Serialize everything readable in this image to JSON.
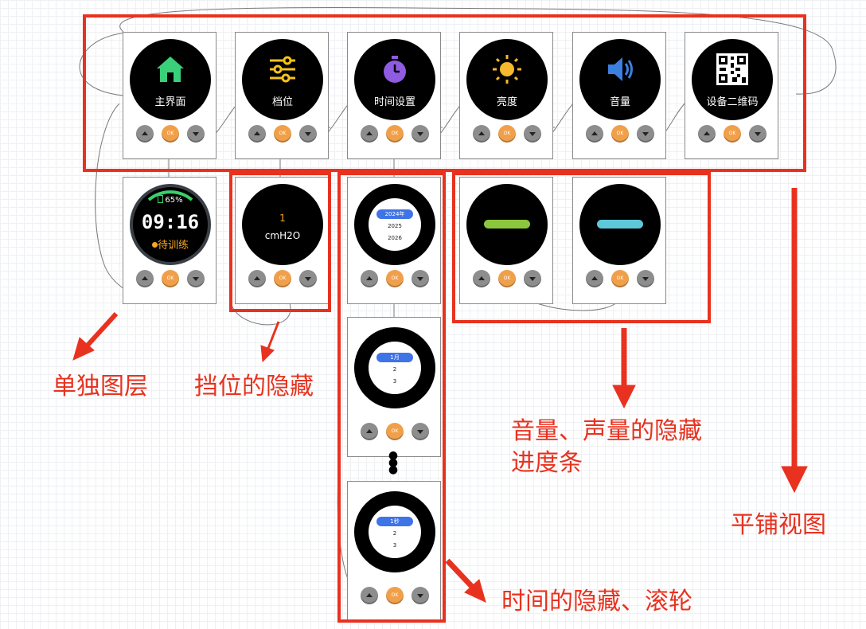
{
  "diagram": {
    "top_screens": [
      {
        "label": "主界面",
        "icon": "home-icon"
      },
      {
        "label": "档位",
        "icon": "sliders-icon"
      },
      {
        "label": "时间设置",
        "icon": "timer-icon"
      },
      {
        "label": "亮度",
        "icon": "sun-icon"
      },
      {
        "label": "音量",
        "icon": "speaker-icon"
      },
      {
        "label": "设备二维码",
        "icon": "qr-code-icon"
      }
    ],
    "ok_label": "OK",
    "watch": {
      "battery": "65%",
      "time": "09:16",
      "status": "待训练"
    },
    "gear": {
      "value": "1",
      "unit": "cmH2O"
    },
    "year_wheel": {
      "selected": "2024年",
      "next1": "2025",
      "next2": "2026"
    },
    "month_wheel": {
      "selected": "1月",
      "next1": "2",
      "next2": "3"
    },
    "second_wheel": {
      "selected": "1秒",
      "next1": "2",
      "next2": "3"
    },
    "colors": {
      "brightness_bar": "#8cc63f",
      "volume_bar": "#5ec8d8",
      "annotation": "#e8321f"
    }
  },
  "annotations": {
    "layer": "单独图层",
    "gear_hidden": "挡位的隐藏",
    "volume_hidden": "音量、声量的隐藏\n进度条",
    "tiled": "平铺视图",
    "time_hidden": "时间的隐藏、滚轮"
  }
}
